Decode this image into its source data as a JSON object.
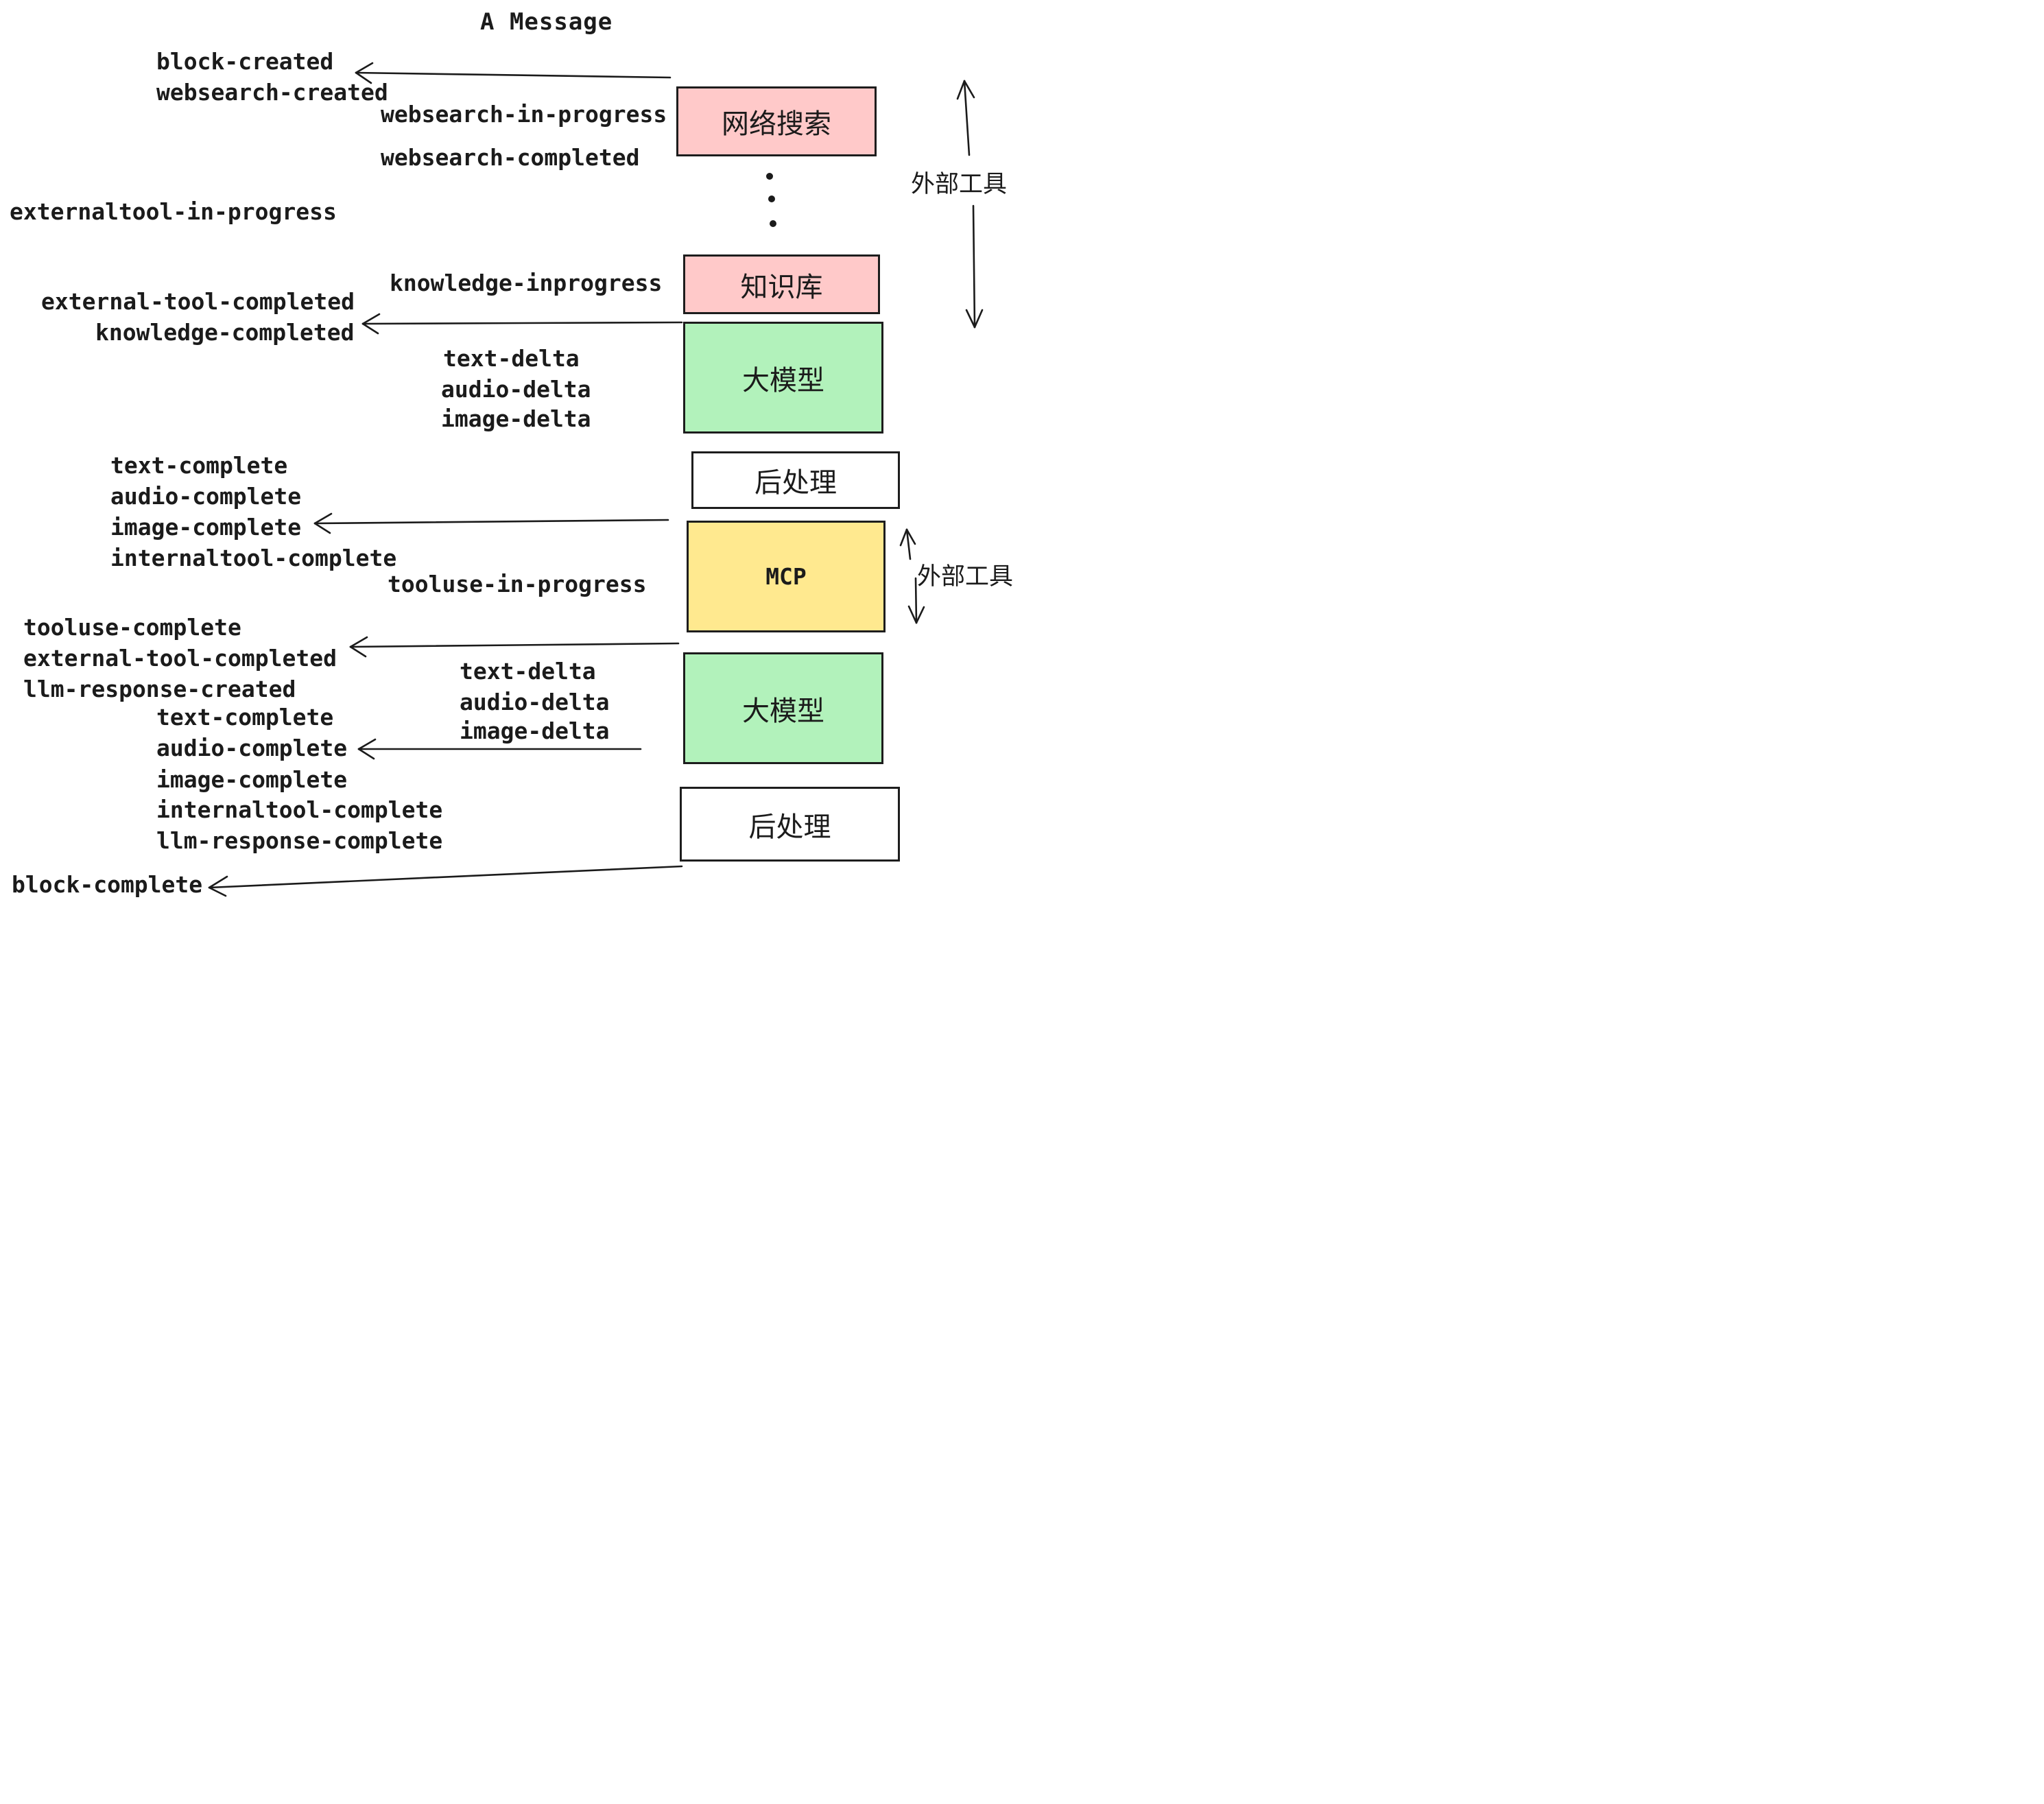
{
  "title": "A Message",
  "events": [
    "block-created",
    "websearch-created",
    "websearch-in-progress",
    "websearch-completed",
    "externaltool-in-progress",
    "knowledge-inprogress",
    "external-tool-completed",
    "knowledge-completed",
    "text-delta",
    "audio-delta",
    "image-delta",
    "text-complete",
    "audio-complete",
    "image-complete",
    "internaltool-complete",
    "tooluse-in-progress",
    "tooluse-complete",
    "external-tool-completed",
    "llm-response-created",
    "text-delta",
    "audio-delta",
    "image-delta",
    "text-complete",
    "audio-complete",
    "image-complete",
    "internaltool-complete",
    "llm-response-complete",
    "block-complete"
  ],
  "boxes": [
    {
      "label": "网络搜索",
      "color": "#ffc9c9"
    },
    {
      "label": "知识库",
      "color": "#ffc9c9"
    },
    {
      "label": "大模型",
      "color": "#b2f2bb"
    },
    {
      "label": "后处理",
      "color": "#ffffff"
    },
    {
      "label": "MCP",
      "color": "#ffe98f"
    },
    {
      "label": "大模型",
      "color": "#b2f2bb"
    },
    {
      "label": "后处理",
      "color": "#ffffff"
    }
  ],
  "side_labels": [
    {
      "text": "外部工具"
    },
    {
      "text": "外部工具"
    }
  ],
  "colors": {
    "pink": "#ffc9c9",
    "green": "#b2f2bb",
    "yellow": "#ffe98f",
    "box_border": "#1d1d1d",
    "ink": "#1b1b1b",
    "background": "#ffffff"
  }
}
